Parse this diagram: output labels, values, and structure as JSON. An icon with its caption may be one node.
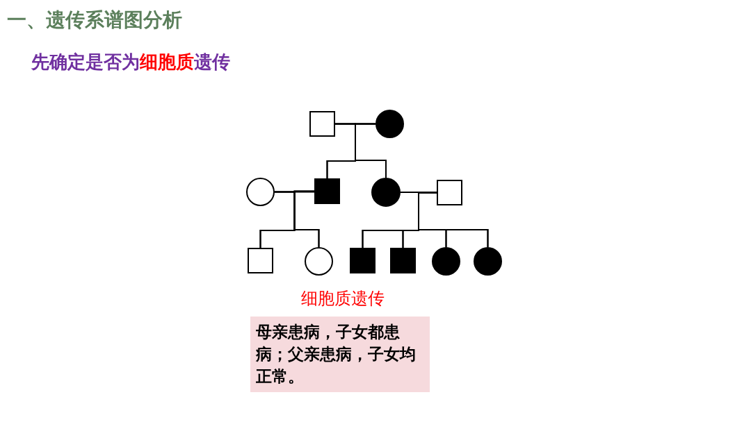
{
  "diagram": {
    "title": "一、遗传系谱图分析",
    "nodes": [
      {
        "text": [],
        "shape": "box"
      },
      {
        "text": [],
        "shape": "circle"
      },
      {
        "text": [],
        "shape": "circle"
      },
      {
        "text": [],
        "shape": "box"
      },
      {
        "text": [],
        "shape": "circle"
      },
      {
        "text": [],
        "shape": "box"
      },
      {
        "text": [],
        "shape": "box"
      },
      {
        "text": [],
        "shape": "circle"
      },
      {
        "text": [],
        "shape": "box"
      },
      {
        "text": [],
        "shape": "box"
      },
      {
        "text": [],
        "shape": "circle"
      },
      {
        "text": [],
        "shape": "circle"
      },
      {
        "text": [
          "母亲患病，子女都患病；父亲患病，子女均正常。"
        ]
      }
    ],
    "edges": [
      {
        "from": 0,
        "to": 1,
        "arrow": "none"
      },
      {
        "from": 2,
        "to": 3,
        "arrow": "none"
      },
      {
        "from": 4,
        "to": 5,
        "arrow": "none"
      },
      {
        "from": 0,
        "to": 3,
        "arrow": "none"
      },
      {
        "from": 1,
        "to": 3,
        "arrow": "none"
      },
      {
        "from": 0,
        "to": 4,
        "arrow": "none"
      },
      {
        "from": 1,
        "to": 4,
        "arrow": "none"
      },
      {
        "from": 2,
        "to": 6,
        "arrow": "none"
      },
      {
        "from": 3,
        "to": 6,
        "arrow": "none"
      },
      {
        "from": 2,
        "to": 7,
        "arrow": "none"
      },
      {
        "from": 3,
        "to": 7,
        "arrow": "none"
      },
      {
        "from": 4,
        "to": 8,
        "arrow": "none"
      },
      {
        "from": 5,
        "to": 8,
        "arrow": "none"
      },
      {
        "from": 4,
        "to": 9,
        "arrow": "none"
      },
      {
        "from": 5,
        "to": 9,
        "arrow": "none"
      },
      {
        "from": 4,
        "to": 10,
        "arrow": "none"
      },
      {
        "from": 5,
        "to": 10,
        "arrow": "none"
      },
      {
        "from": 4,
        "to": 11,
        "arrow": "none"
      },
      {
        "from": 5,
        "to": 11,
        "arrow": "none"
      }
    ],
    "labels": [
      "先确定是否为**细胞质**遗传",
      "细胞质遗传"
    ]
  }
}
